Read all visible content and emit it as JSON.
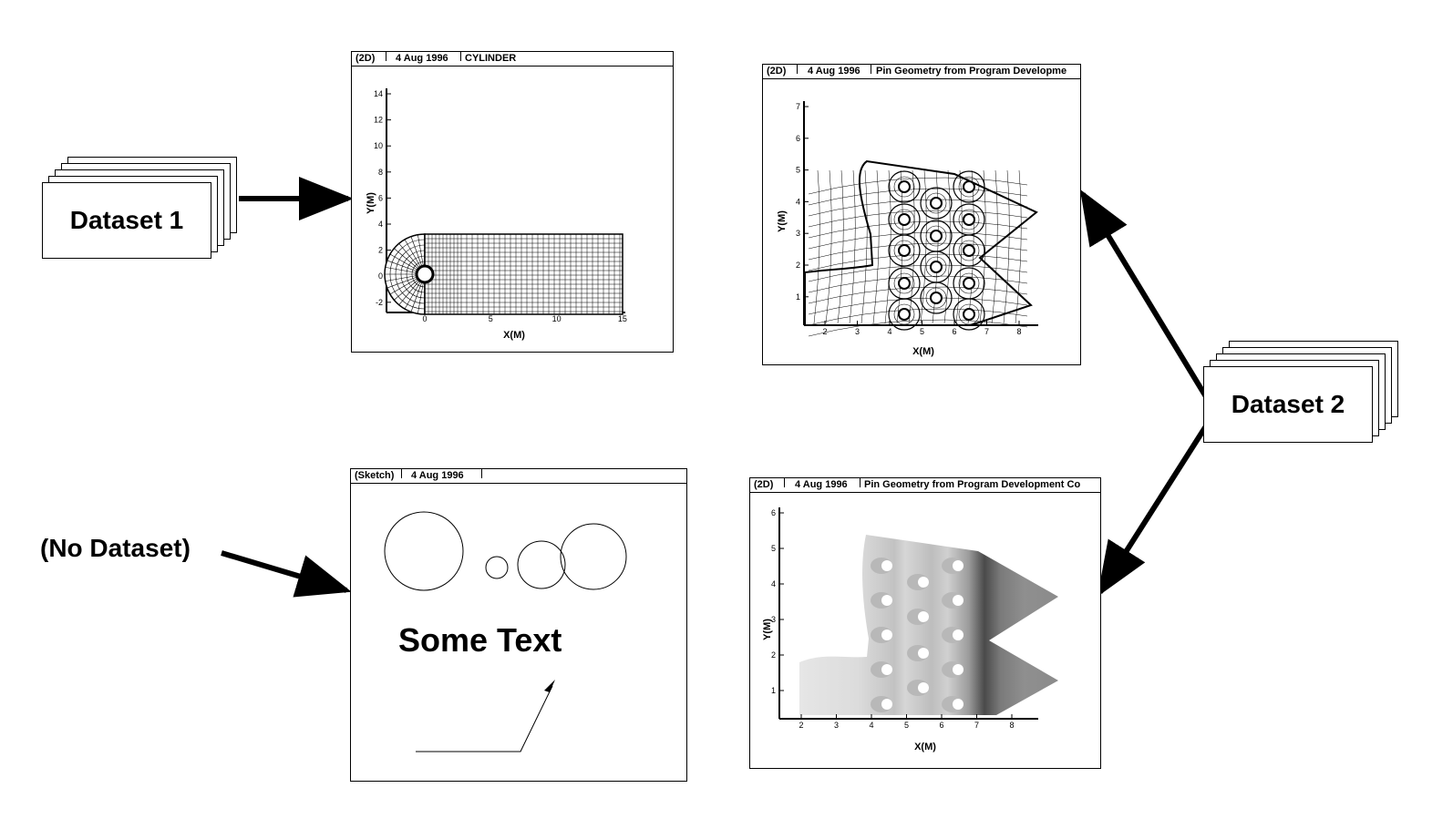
{
  "datasets": {
    "dataset1": "Dataset 1",
    "dataset2": "Dataset 2",
    "none": "(No Dataset)"
  },
  "frames": {
    "cylinder": {
      "mode": "(2D)",
      "date": "4 Aug 1996",
      "title": "CYLINDER",
      "xlabel": "X(M)",
      "ylabel": "Y(M)",
      "xticks": [
        "0",
        "5",
        "10",
        "15"
      ],
      "yticks": [
        "14",
        "12",
        "10",
        "8",
        "6",
        "4",
        "2",
        "0",
        "-2"
      ]
    },
    "pin_mesh": {
      "mode": "(2D)",
      "date": "4 Aug 1996",
      "title": "Pin Geometry from Program Developme",
      "xlabel": "X(M)",
      "ylabel": "Y(M)",
      "xticks": [
        "2",
        "3",
        "4",
        "5",
        "6",
        "7",
        "8"
      ],
      "yticks": [
        "7",
        "6",
        "5",
        "4",
        "3",
        "2",
        "1"
      ]
    },
    "sketch": {
      "mode": "(Sketch)",
      "date": "4 Aug 1996",
      "text": "Some Text"
    },
    "pin_contour": {
      "mode": "(2D)",
      "date": "4 Aug 1996",
      "title": "Pin Geometry from Program Development Co",
      "xlabel": "X(M)",
      "ylabel": "Y(M)",
      "xticks": [
        "2",
        "3",
        "4",
        "5",
        "6",
        "7",
        "8"
      ],
      "yticks": [
        "6",
        "5",
        "4",
        "3",
        "2",
        "1"
      ]
    }
  }
}
